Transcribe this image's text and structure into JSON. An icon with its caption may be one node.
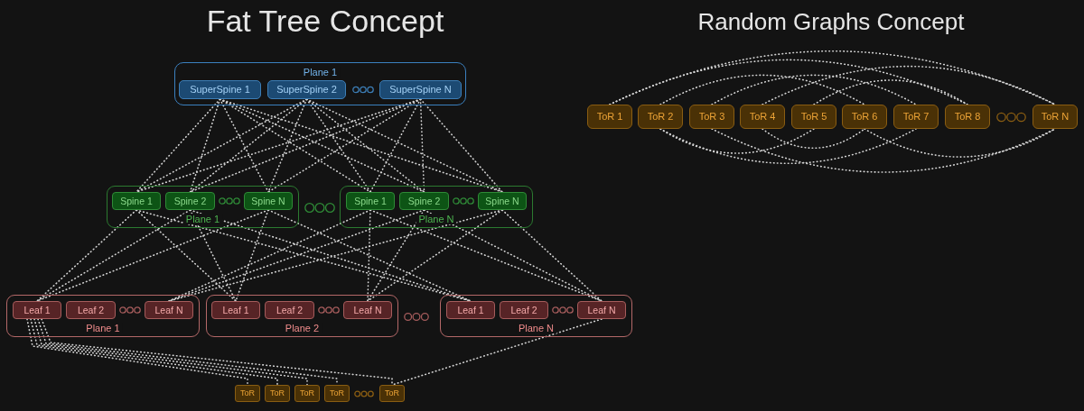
{
  "diagram": {
    "nodes": [
      {
        "text": [
          "Plane 1"
        ]
      },
      {
        "text": [
          "SuperSpine 1"
        ],
        "in": 0
      },
      {
        "text": [
          "SuperSpine 2"
        ],
        "in": 0
      },
      {
        "text": [
          "SuperSpine N"
        ],
        "in": 0
      },
      {
        "text": [
          "Plane 1"
        ]
      },
      {
        "text": [
          "Spine 1"
        ],
        "in": 4
      },
      {
        "text": [
          "Spine 2"
        ],
        "in": 4
      },
      {
        "text": [
          "Spine N"
        ],
        "in": 4
      },
      {
        "text": [
          "Plane N"
        ]
      },
      {
        "text": [
          "Spine 1"
        ],
        "in": 8
      },
      {
        "text": [
          "Spine 2"
        ],
        "in": 8
      },
      {
        "text": [
          "Spine N"
        ],
        "in": 8
      },
      {
        "text": [
          "Plane 1"
        ]
      },
      {
        "text": [
          "Leaf 1"
        ],
        "in": 12
      },
      {
        "text": [
          "Leaf 2"
        ],
        "in": 12
      },
      {
        "text": [
          "Leaf N"
        ],
        "in": 12
      },
      {
        "text": [
          "Plane 2"
        ]
      },
      {
        "text": [
          "Leaf 1"
        ],
        "in": 16
      },
      {
        "text": [
          "Leaf 2"
        ],
        "in": 16
      },
      {
        "text": [
          "Leaf N"
        ],
        "in": 16
      },
      {
        "text": [
          "Plane N"
        ]
      },
      {
        "text": [
          "Leaf 1"
        ],
        "in": 20
      },
      {
        "text": [
          "Leaf 2"
        ],
        "in": 20
      },
      {
        "text": [
          "Leaf N"
        ],
        "in": 20
      },
      {
        "text": [
          "ToR"
        ]
      },
      {
        "text": [
          "ToR"
        ]
      },
      {
        "text": [
          "ToR"
        ]
      },
      {
        "text": [
          "ToR"
        ]
      },
      {
        "text": [
          "ToR"
        ]
      },
      {
        "text": [
          "ToR 1"
        ]
      },
      {
        "text": [
          "ToR 2"
        ]
      },
      {
        "text": [
          "ToR 3"
        ]
      },
      {
        "text": [
          "ToR 4"
        ]
      },
      {
        "text": [
          "ToR 5"
        ]
      },
      {
        "text": [
          "ToR 6"
        ]
      },
      {
        "text": [
          "ToR 7"
        ]
      },
      {
        "text": [
          "ToR 8"
        ]
      },
      {
        "text": [
          "ToR N"
        ]
      }
    ],
    "edges": [
      {
        "from": 1,
        "to": 5,
        "arrow": "none"
      },
      {
        "from": 1,
        "to": 6,
        "arrow": "none"
      },
      {
        "from": 1,
        "to": 7,
        "arrow": "none"
      },
      {
        "from": 1,
        "to": 9,
        "arrow": "none"
      },
      {
        "from": 1,
        "to": 10,
        "arrow": "none"
      },
      {
        "from": 1,
        "to": 11,
        "arrow": "none"
      },
      {
        "from": 2,
        "to": 5,
        "arrow": "none"
      },
      {
        "from": 2,
        "to": 6,
        "arrow": "none"
      },
      {
        "from": 2,
        "to": 7,
        "arrow": "none"
      },
      {
        "from": 2,
        "to": 9,
        "arrow": "none"
      },
      {
        "from": 2,
        "to": 10,
        "arrow": "none"
      },
      {
        "from": 2,
        "to": 11,
        "arrow": "none"
      },
      {
        "from": 3,
        "to": 5,
        "arrow": "none"
      },
      {
        "from": 3,
        "to": 6,
        "arrow": "none"
      },
      {
        "from": 3,
        "to": 7,
        "arrow": "none"
      },
      {
        "from": 3,
        "to": 9,
        "arrow": "none"
      },
      {
        "from": 3,
        "to": 10,
        "arrow": "none"
      },
      {
        "from": 3,
        "to": 11,
        "arrow": "none"
      },
      {
        "from": 5,
        "to": 13,
        "arrow": "none"
      },
      {
        "from": 5,
        "to": 17,
        "arrow": "none"
      },
      {
        "from": 5,
        "to": 21,
        "arrow": "none"
      },
      {
        "from": 6,
        "to": 13,
        "arrow": "none"
      },
      {
        "from": 6,
        "to": 17,
        "arrow": "none"
      },
      {
        "from": 6,
        "to": 21,
        "arrow": "none"
      },
      {
        "from": 7,
        "to": 13,
        "arrow": "none"
      },
      {
        "from": 7,
        "to": 17,
        "arrow": "none"
      },
      {
        "from": 7,
        "to": 21,
        "arrow": "none"
      },
      {
        "from": 9,
        "to": 15,
        "arrow": "none"
      },
      {
        "from": 9,
        "to": 19,
        "arrow": "none"
      },
      {
        "from": 9,
        "to": 23,
        "arrow": "none"
      },
      {
        "from": 10,
        "to": 15,
        "arrow": "none"
      },
      {
        "from": 10,
        "to": 19,
        "arrow": "none"
      },
      {
        "from": 10,
        "to": 23,
        "arrow": "none"
      },
      {
        "from": 11,
        "to": 15,
        "arrow": "none"
      },
      {
        "from": 11,
        "to": 19,
        "arrow": "none"
      },
      {
        "from": 11,
        "to": 23,
        "arrow": "none"
      },
      {
        "from": 13,
        "to": 24,
        "arrow": "none"
      },
      {
        "from": 13,
        "to": 25,
        "arrow": "none"
      },
      {
        "from": 13,
        "to": 26,
        "arrow": "none"
      },
      {
        "from": 13,
        "to": 27,
        "arrow": "none"
      },
      {
        "from": 13,
        "to": 28,
        "arrow": "none"
      },
      {
        "from": 23,
        "to": 28,
        "arrow": "none"
      },
      {
        "from": 29,
        "to": 37,
        "arrow": "none"
      },
      {
        "from": 30,
        "to": 33,
        "arrow": "none"
      },
      {
        "from": 29,
        "to": 36,
        "arrow": "none"
      },
      {
        "from": 30,
        "to": 35,
        "arrow": "none"
      },
      {
        "from": 30,
        "to": 34,
        "arrow": "none"
      },
      {
        "from": 31,
        "to": 37,
        "arrow": "none"
      },
      {
        "from": 31,
        "to": 35,
        "arrow": "none"
      },
      {
        "from": 32,
        "to": 34,
        "arrow": "none"
      },
      {
        "from": 32,
        "to": 37,
        "arrow": "none"
      },
      {
        "from": 34,
        "to": 37,
        "arrow": "none"
      },
      {
        "from": 33,
        "to": 36,
        "arrow": "none"
      }
    ],
    "labels": [
      "Fat Tree Concept",
      "Random Graphs Concept"
    ]
  }
}
